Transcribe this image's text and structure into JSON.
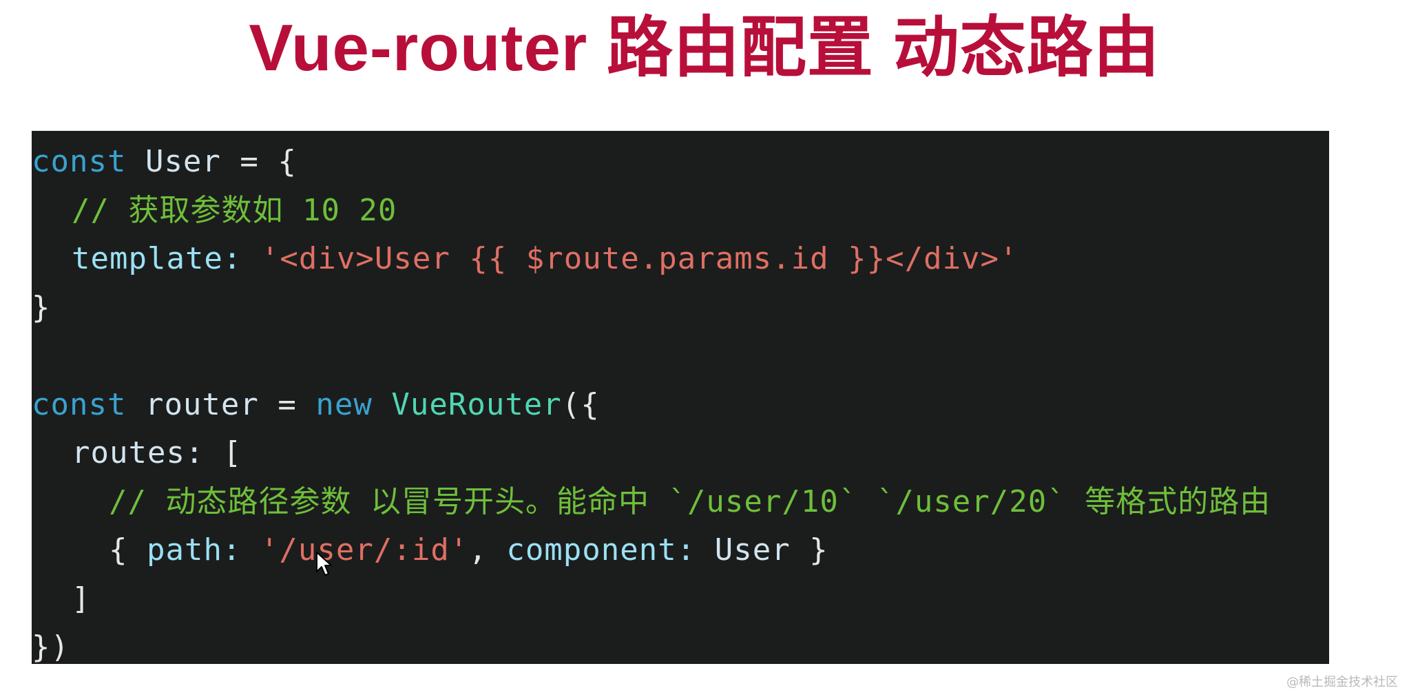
{
  "title": "Vue-router 路由配置 动态路由",
  "code": {
    "line1": {
      "kw": "const",
      "id": "User",
      "rest": " = {"
    },
    "line2": {
      "comment": "// 获取参数如 10 20"
    },
    "line3": {
      "prop": "template:",
      "str": "'<div>User {{ $route.params.id }}</div>'"
    },
    "line4": {
      "text": "}"
    },
    "line6": {
      "kw": "const",
      "id": "router",
      "eq": " = ",
      "kw2": "new",
      "fn": "VueRouter",
      "rest": "({"
    },
    "line7": {
      "prop": "routes:",
      "rest": " ["
    },
    "line8": {
      "comment": "// 动态路径参数 以冒号开头。能命中 `/user/10` `/user/20` 等格式的路由"
    },
    "line9": {
      "open": "{ ",
      "prop1": "path:",
      "str": "'/user/:id'",
      "comma": ", ",
      "prop2": "component:",
      "id": "User",
      "close": " }"
    },
    "line10": {
      "text": "]"
    },
    "line11": {
      "text": "})"
    }
  },
  "watermark": "@稀土掘金技术社区",
  "icons": {
    "cursor": "mouse-pointer-icon"
  },
  "colors": {
    "title": "#b80f3a",
    "background": "#1b1d1d",
    "keyword": "#3aa2cf",
    "function": "#4fd7b3",
    "property": "#9be0f4",
    "string": "#e06f63",
    "comment": "#6fbf3a"
  }
}
